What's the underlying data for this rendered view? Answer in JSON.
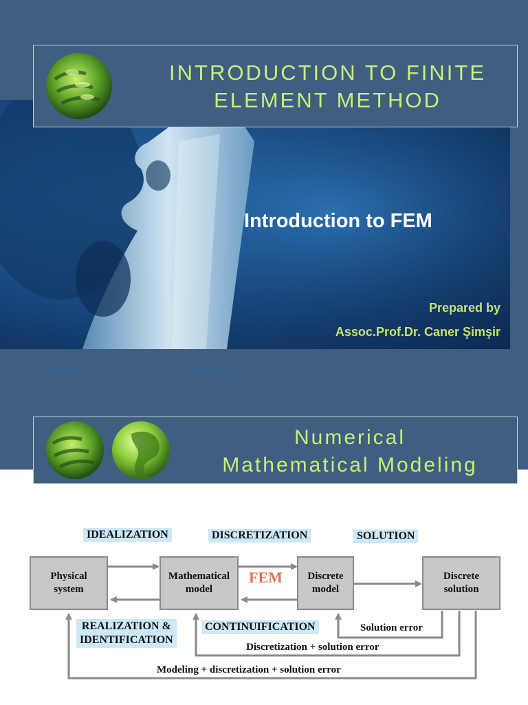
{
  "slide1": {
    "title": "INTRODUCTION TO FINITE ELEMENT METHOD",
    "subtitle": "Introduction to FEM",
    "prepared_by": "Prepared by",
    "author": "Assoc.Prof.Dr. Caner Şimşir",
    "footer_date": "4/4/2020",
    "footer_course": "METU 501"
  },
  "slide2": {
    "title_line1": "Numerical",
    "title_line2": "Mathematical Modeling",
    "diagram": {
      "top_labels": [
        "IDEALIZATION",
        "DISCRETIZATION",
        "SOLUTION"
      ],
      "boxes": [
        {
          "line1": "Physical",
          "line2": "system"
        },
        {
          "line1": "Mathematical",
          "line2": "model"
        },
        {
          "line1": "Discrete",
          "line2": "model"
        },
        {
          "line1": "Discrete",
          "line2": "solution"
        }
      ],
      "fem_label": "FEM",
      "bottom_labels": {
        "realization_line1": "REALIZATION &",
        "realization_line2": "IDENTIFICATION",
        "continuification": "CONTINUIFICATION"
      },
      "errors": {
        "solution": "Solution error",
        "discretization": "Discretization + solution error",
        "modeling": "Modeling + discretization + solution error"
      }
    }
  },
  "colors": {
    "slide_bg": "#3f5e80",
    "title_text": "#c8ef7a",
    "credit_text": "#c8e36a",
    "label_highlight": "#cde8f7",
    "box_fill": "#c8c8c8",
    "fem_text": "#e07050"
  }
}
